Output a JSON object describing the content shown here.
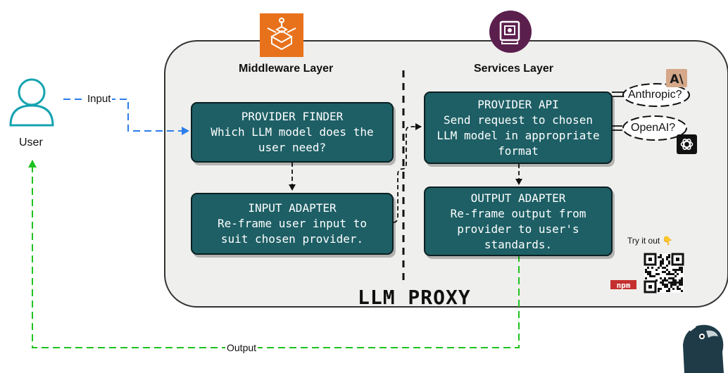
{
  "user": {
    "label": "User"
  },
  "edges": {
    "input_label": "Input",
    "output_label": "Output"
  },
  "proxy": {
    "title": "LLM PROXY"
  },
  "layers": {
    "middleware": "Middleware Layer",
    "services": "Services Layer"
  },
  "nodes": {
    "provider_finder": {
      "lines": [
        "PROVIDER FINDER",
        "Which LLM model does the",
        "user need?"
      ]
    },
    "input_adapter": {
      "lines": [
        "INPUT ADAPTER",
        "Re-frame user input to",
        "suit chosen provider."
      ]
    },
    "provider_api": {
      "lines": [
        "PROVIDER API",
        "Send request to chosen",
        "LLM model in appropriate",
        "format"
      ]
    },
    "output_adapter": {
      "lines": [
        "OUTPUT ADAPTER",
        "Re-frame output from",
        "provider to user's",
        "standards."
      ]
    }
  },
  "providers": {
    "anthropic": "Anthropic?",
    "openai": "OpenAI?"
  },
  "logos": {
    "anthropic_mark": "A\\",
    "npm_mark": "npm"
  },
  "cta": {
    "label": "Try it out 👇"
  },
  "colors": {
    "node_fill": "#1d5f65",
    "container_fill": "#efefed",
    "input_edge": "#2b7de9",
    "output_edge": "#1ec21e",
    "aws_orange": "#e8721c",
    "services_purple": "#5b1f4d",
    "npm_red": "#c62f2f"
  },
  "icons": [
    "person-icon",
    "aws-application-integration-icon",
    "services-server-icon",
    "anthropic-logo-icon",
    "openai-logo-icon",
    "qr-code-icon",
    "npm-logo-icon",
    "mascot-bird-icon",
    "pointing-down-emoji"
  ]
}
